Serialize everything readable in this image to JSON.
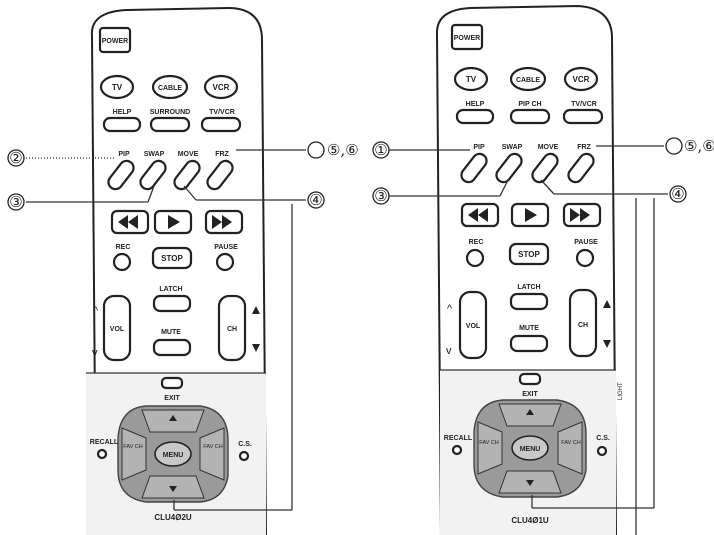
{
  "remotes": [
    {
      "model": "CLU4Ø2U",
      "buttons": {
        "power": "POWER",
        "tv": "TV",
        "cable": "CABLE",
        "vcr": "VCR",
        "help": "HELP",
        "surround": "SURROUND",
        "tvvcr": "TV/VCR",
        "pip": "PIP",
        "swap": "SWAP",
        "move": "MOVE",
        "frz": "FRZ",
        "rec": "REC",
        "stop": "STOP",
        "pause": "PAUSE",
        "latch": "LATCH",
        "mute": "MUTE",
        "vol": "VOL",
        "ch": "CH",
        "exit": "EXIT",
        "recall": "RECALL",
        "cs": "C.S.",
        "menu": "MENU",
        "fav_left": "FAV CH",
        "fav_right": "FAV CH"
      }
    },
    {
      "model": "CLU4Ø1U",
      "buttons": {
        "power": "POWER",
        "tv": "TV",
        "cable": "CABLE",
        "vcr": "VCR",
        "help": "HELP",
        "surround": "PIP CH",
        "tvvcr": "TV/VCR",
        "pip": "PIP",
        "swap": "SWAP",
        "move": "MOVE",
        "frz": "FRZ",
        "rec": "REC",
        "stop": "STOP",
        "pause": "PAUSE",
        "latch": "LATCH",
        "mute": "MUTE",
        "vol": "VOL",
        "ch": "CH",
        "exit": "EXIT",
        "recall": "RECALL",
        "cs": "C.S.",
        "menu": "MENU",
        "fav_left": "FAV CH",
        "fav_right": "FAV CH"
      },
      "side_label": "LIGHT"
    }
  ],
  "callouts": {
    "c1": "①",
    "c2": "②",
    "c3": "③",
    "c4": "④",
    "c56": "⑤,⑥"
  }
}
